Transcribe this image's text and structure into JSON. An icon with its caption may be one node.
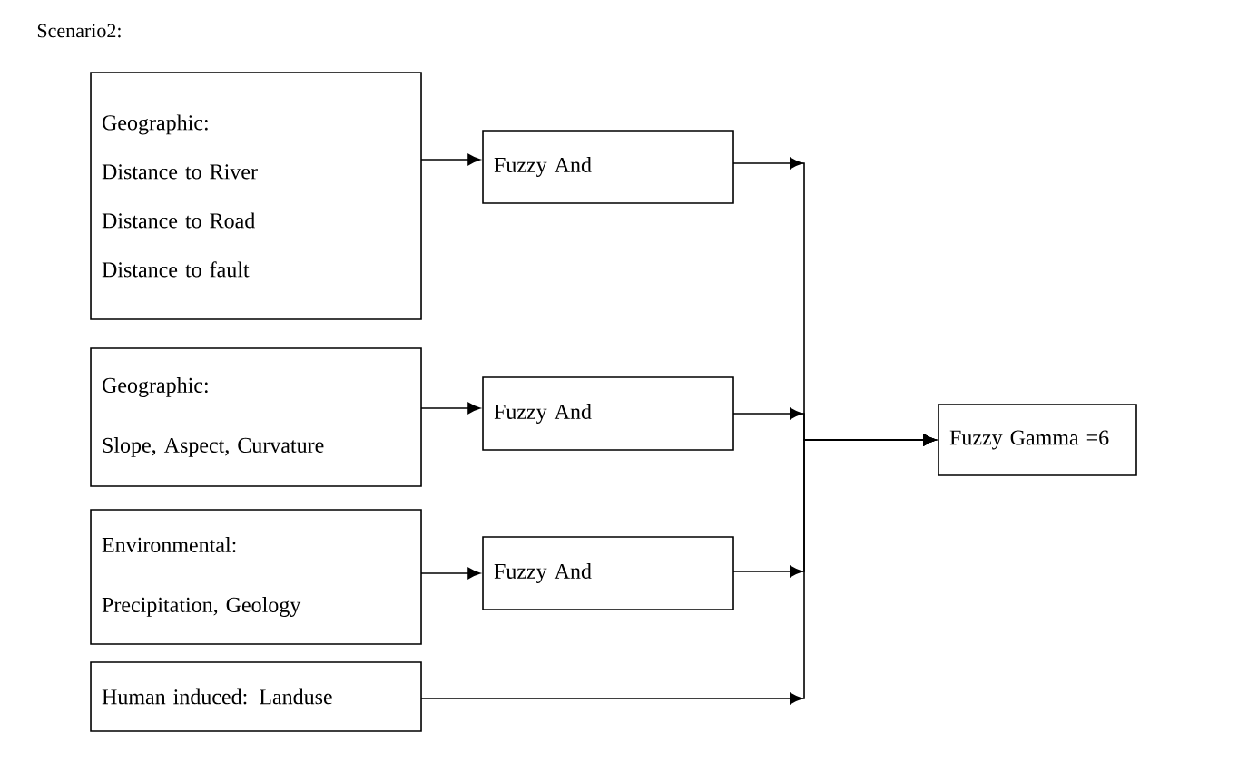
{
  "diagram": {
    "title": "Scenario2:",
    "nodes": [
      {
        "text": [
          "Geographic:",
          "Distance to River",
          "Distance to Road",
          "Distance to fault"
        ]
      },
      {
        "text": [
          "Fuzzy And"
        ]
      },
      {
        "text": [
          "Geographic:",
          "Slope, Aspect, Curvature"
        ]
      },
      {
        "text": [
          "Fuzzy And"
        ]
      },
      {
        "text": [
          "Environmental:",
          "Precipitation, Geology"
        ]
      },
      {
        "text": [
          "Fuzzy And"
        ]
      },
      {
        "text": [
          "Human induced: Landuse"
        ]
      },
      {
        "text": [
          "Fuzzy Gamma =6"
        ]
      }
    ],
    "edges": [
      {
        "from": 0,
        "to": 1,
        "arrow": "to"
      },
      {
        "from": 2,
        "to": 3,
        "arrow": "to"
      },
      {
        "from": 4,
        "to": 5,
        "arrow": "to"
      },
      {
        "from": 1,
        "to": 7,
        "arrow": "to"
      },
      {
        "from": 3,
        "to": 7,
        "arrow": "to"
      },
      {
        "from": 5,
        "to": 7,
        "arrow": "to"
      },
      {
        "from": 6,
        "to": 7,
        "arrow": "to"
      }
    ]
  }
}
